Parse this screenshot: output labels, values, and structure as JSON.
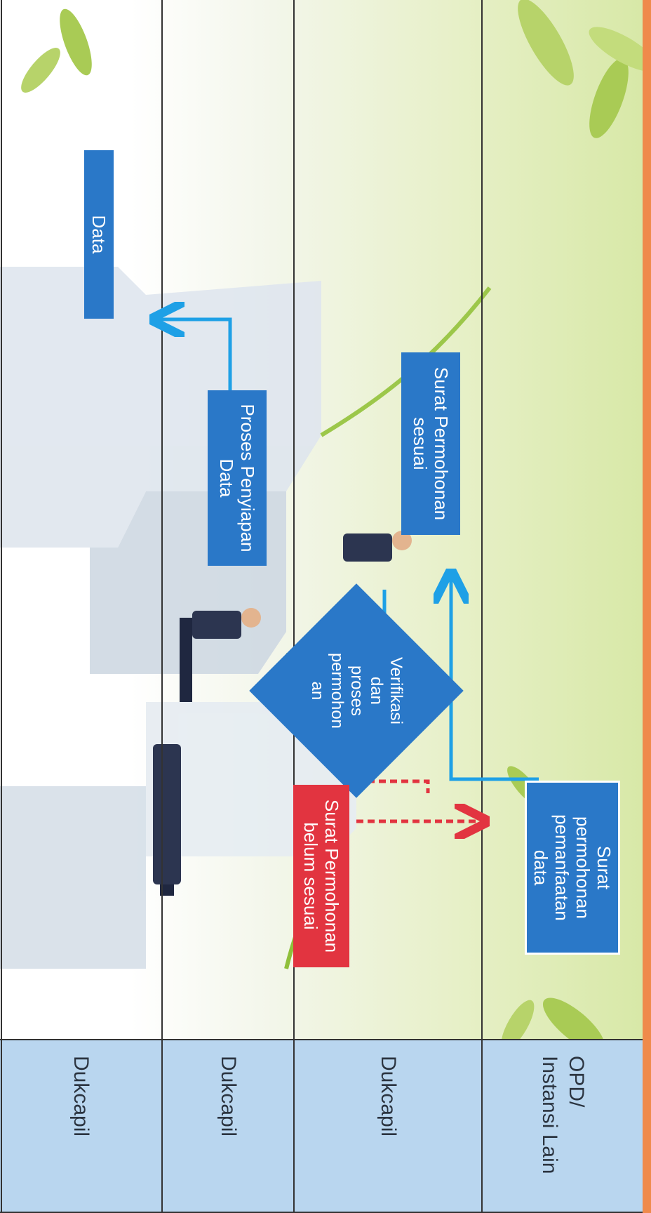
{
  "lanes": [
    {
      "label": "OPD/\nInstansi Lain"
    },
    {
      "label": "Dukcapil"
    },
    {
      "label": "Dukcapil"
    },
    {
      "label": "Dukcapil"
    }
  ],
  "nodes": {
    "surat_permohonan_pemanfaatan": "Surat\npermohonan\npemanfaatan\ndata",
    "verifikasi": "Verifikasi\ndan\nproses\npermohon\nan",
    "surat_belum_sesuai": "Surat Permohonan\nbelum sesuai",
    "surat_sesuai": "Surat Permohonan\nsesuai",
    "proses_penyiapan": "Proses Penyiapan\nData",
    "data": "Data"
  },
  "colors": {
    "process_box": "#2a78c8",
    "reject_box": "#e23440",
    "arrow": "#1ea0e6",
    "reject_arrow": "#e23440",
    "lane_header": "#b9d6ef",
    "top_stripe": "#ef8a4b"
  }
}
